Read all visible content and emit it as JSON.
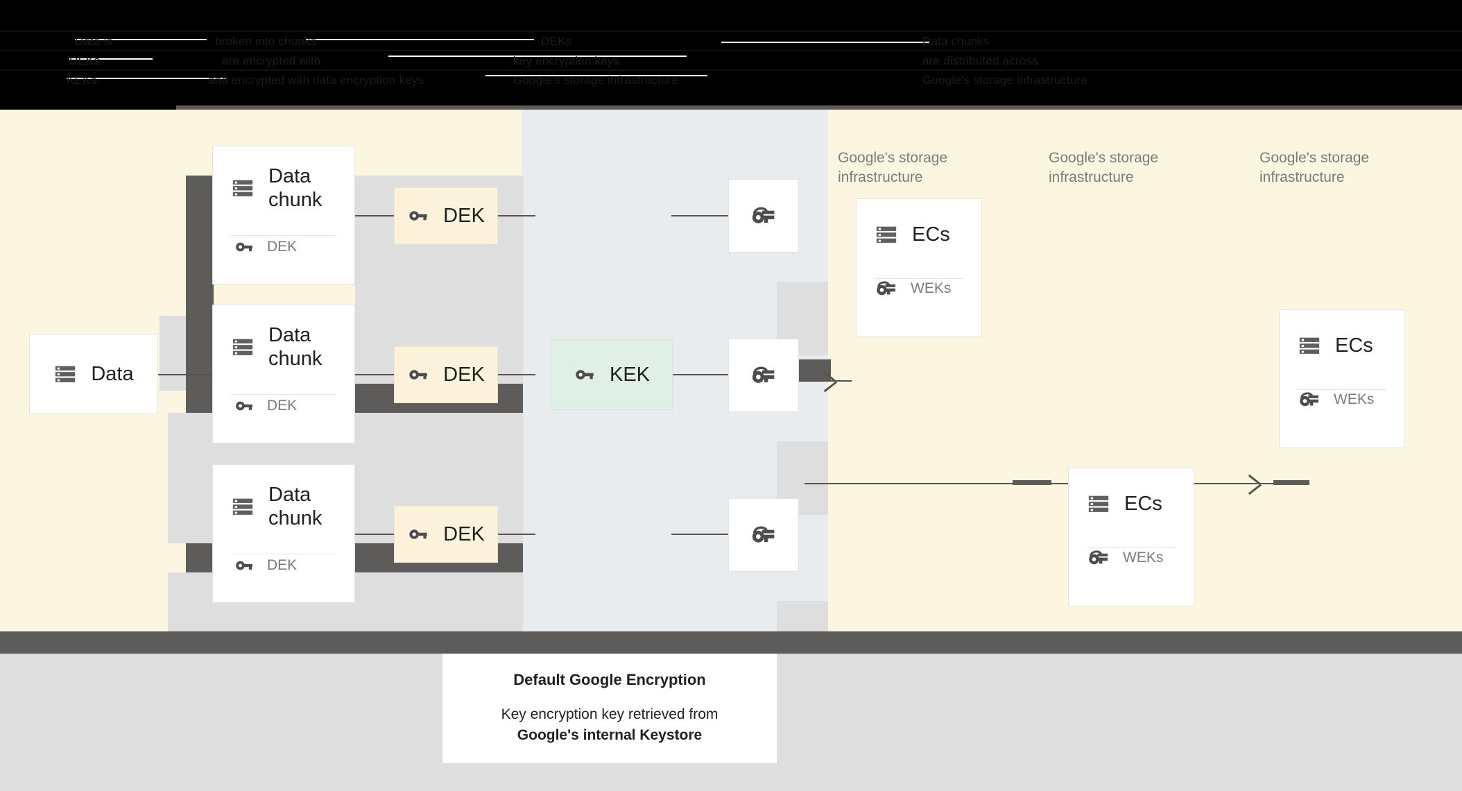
{
  "header": {
    "obscured": true,
    "lines": [
      "Data is",
      "broken into chunks",
      "and encrypted with data encryption keys",
      "DEKs",
      "are encrypted with",
      "key encryption keys",
      "KEKs",
      "Data chunks",
      "are distributed across",
      "Google's storage infrastructure"
    ]
  },
  "diagram": {
    "source": {
      "label": "Data",
      "icon": "storage-icon"
    },
    "chunks": [
      {
        "title": "Data\nchunk",
        "key_label": "DEK",
        "icon": "storage-icon",
        "key_icon": "key-icon"
      },
      {
        "title": "Data\nchunk",
        "key_label": "DEK",
        "icon": "storage-icon",
        "key_icon": "key-icon"
      },
      {
        "title": "Data\nchunk",
        "key_label": "DEK",
        "icon": "storage-icon",
        "key_icon": "key-icon"
      }
    ],
    "deks": [
      {
        "label": "DEK",
        "icon": "key-icon"
      },
      {
        "label": "DEK",
        "icon": "key-icon"
      },
      {
        "label": "DEK",
        "icon": "key-icon"
      }
    ],
    "kek": {
      "label": "KEK",
      "icon": "key-icon"
    },
    "wrapped_keys": [
      {
        "icon": "wrapped-key-icon"
      },
      {
        "icon": "wrapped-key-icon"
      },
      {
        "icon": "wrapped-key-icon"
      }
    ],
    "storage_labels": [
      "Google's storage\ninfrastructure",
      "Google's storage\ninfrastructure",
      "Google's storage\ninfrastructure"
    ],
    "ec_cards": [
      {
        "title": "ECs",
        "key_label": "WEKs",
        "icon": "storage-icon",
        "key_icon": "wrapped-key-icon"
      },
      {
        "title": "ECs",
        "key_label": "WEKs",
        "icon": "storage-icon",
        "key_icon": "wrapped-key-icon"
      },
      {
        "title": "ECs",
        "key_label": "WEKs",
        "icon": "storage-icon",
        "key_icon": "wrapped-key-icon"
      }
    ]
  },
  "caption": {
    "title": "Default Google Encryption",
    "body_prefix": "Key encryption key retrieved from",
    "body_strong": "Google's internal Keystore"
  },
  "colors": {
    "cream": "#fcf5e0",
    "midpanel": "#e8ecee",
    "mint": "#e1f0e7",
    "dek_fill": "#fdf3dd",
    "rail": "#5e5c5a",
    "shade": "#dedede",
    "footer": "#dedede",
    "text": "#1f1f1f",
    "muted": "#7b7b7b"
  }
}
